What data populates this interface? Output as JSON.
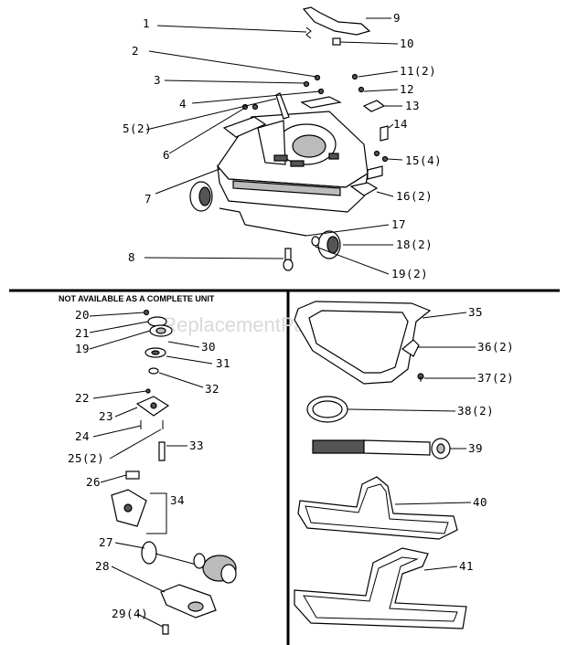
{
  "notice": "NOT AVAILABLE AS A COMPLETE UNIT",
  "watermark": "eReplacementParts.com",
  "callouts": [
    {
      "id": "c1",
      "label": "1"
    },
    {
      "id": "c2",
      "label": "2"
    },
    {
      "id": "c3",
      "label": "3"
    },
    {
      "id": "c4",
      "label": "4"
    },
    {
      "id": "c5",
      "label": "5(2)"
    },
    {
      "id": "c6",
      "label": "6"
    },
    {
      "id": "c7",
      "label": "7"
    },
    {
      "id": "c8",
      "label": "8"
    },
    {
      "id": "c9",
      "label": "9"
    },
    {
      "id": "c10",
      "label": "10"
    },
    {
      "id": "c11",
      "label": "11(2)"
    },
    {
      "id": "c12",
      "label": "12"
    },
    {
      "id": "c13",
      "label": "13"
    },
    {
      "id": "c14",
      "label": "14"
    },
    {
      "id": "c15",
      "label": "15(4)"
    },
    {
      "id": "c16",
      "label": "16(2)"
    },
    {
      "id": "c17",
      "label": "17"
    },
    {
      "id": "c18",
      "label": "18(2)"
    },
    {
      "id": "c19",
      "label": "19(2)"
    },
    {
      "id": "c20",
      "label": "20"
    },
    {
      "id": "c21",
      "label": "21"
    },
    {
      "id": "c19b",
      "label": "19"
    },
    {
      "id": "c30",
      "label": "30"
    },
    {
      "id": "c31",
      "label": "31"
    },
    {
      "id": "c32",
      "label": "32"
    },
    {
      "id": "c22",
      "label": "22"
    },
    {
      "id": "c23",
      "label": "23"
    },
    {
      "id": "c24",
      "label": "24"
    },
    {
      "id": "c25",
      "label": "25(2)"
    },
    {
      "id": "c33",
      "label": "33"
    },
    {
      "id": "c26",
      "label": "26"
    },
    {
      "id": "c34",
      "label": "34"
    },
    {
      "id": "c27",
      "label": "27"
    },
    {
      "id": "c28",
      "label": "28"
    },
    {
      "id": "c29",
      "label": "29(4)"
    },
    {
      "id": "c35",
      "label": "35"
    },
    {
      "id": "c36",
      "label": "36(2)"
    },
    {
      "id": "c37",
      "label": "37(2)"
    },
    {
      "id": "c38",
      "label": "38(2)"
    },
    {
      "id": "c39",
      "label": "39"
    },
    {
      "id": "c40",
      "label": "40"
    },
    {
      "id": "c41",
      "label": "41"
    }
  ]
}
